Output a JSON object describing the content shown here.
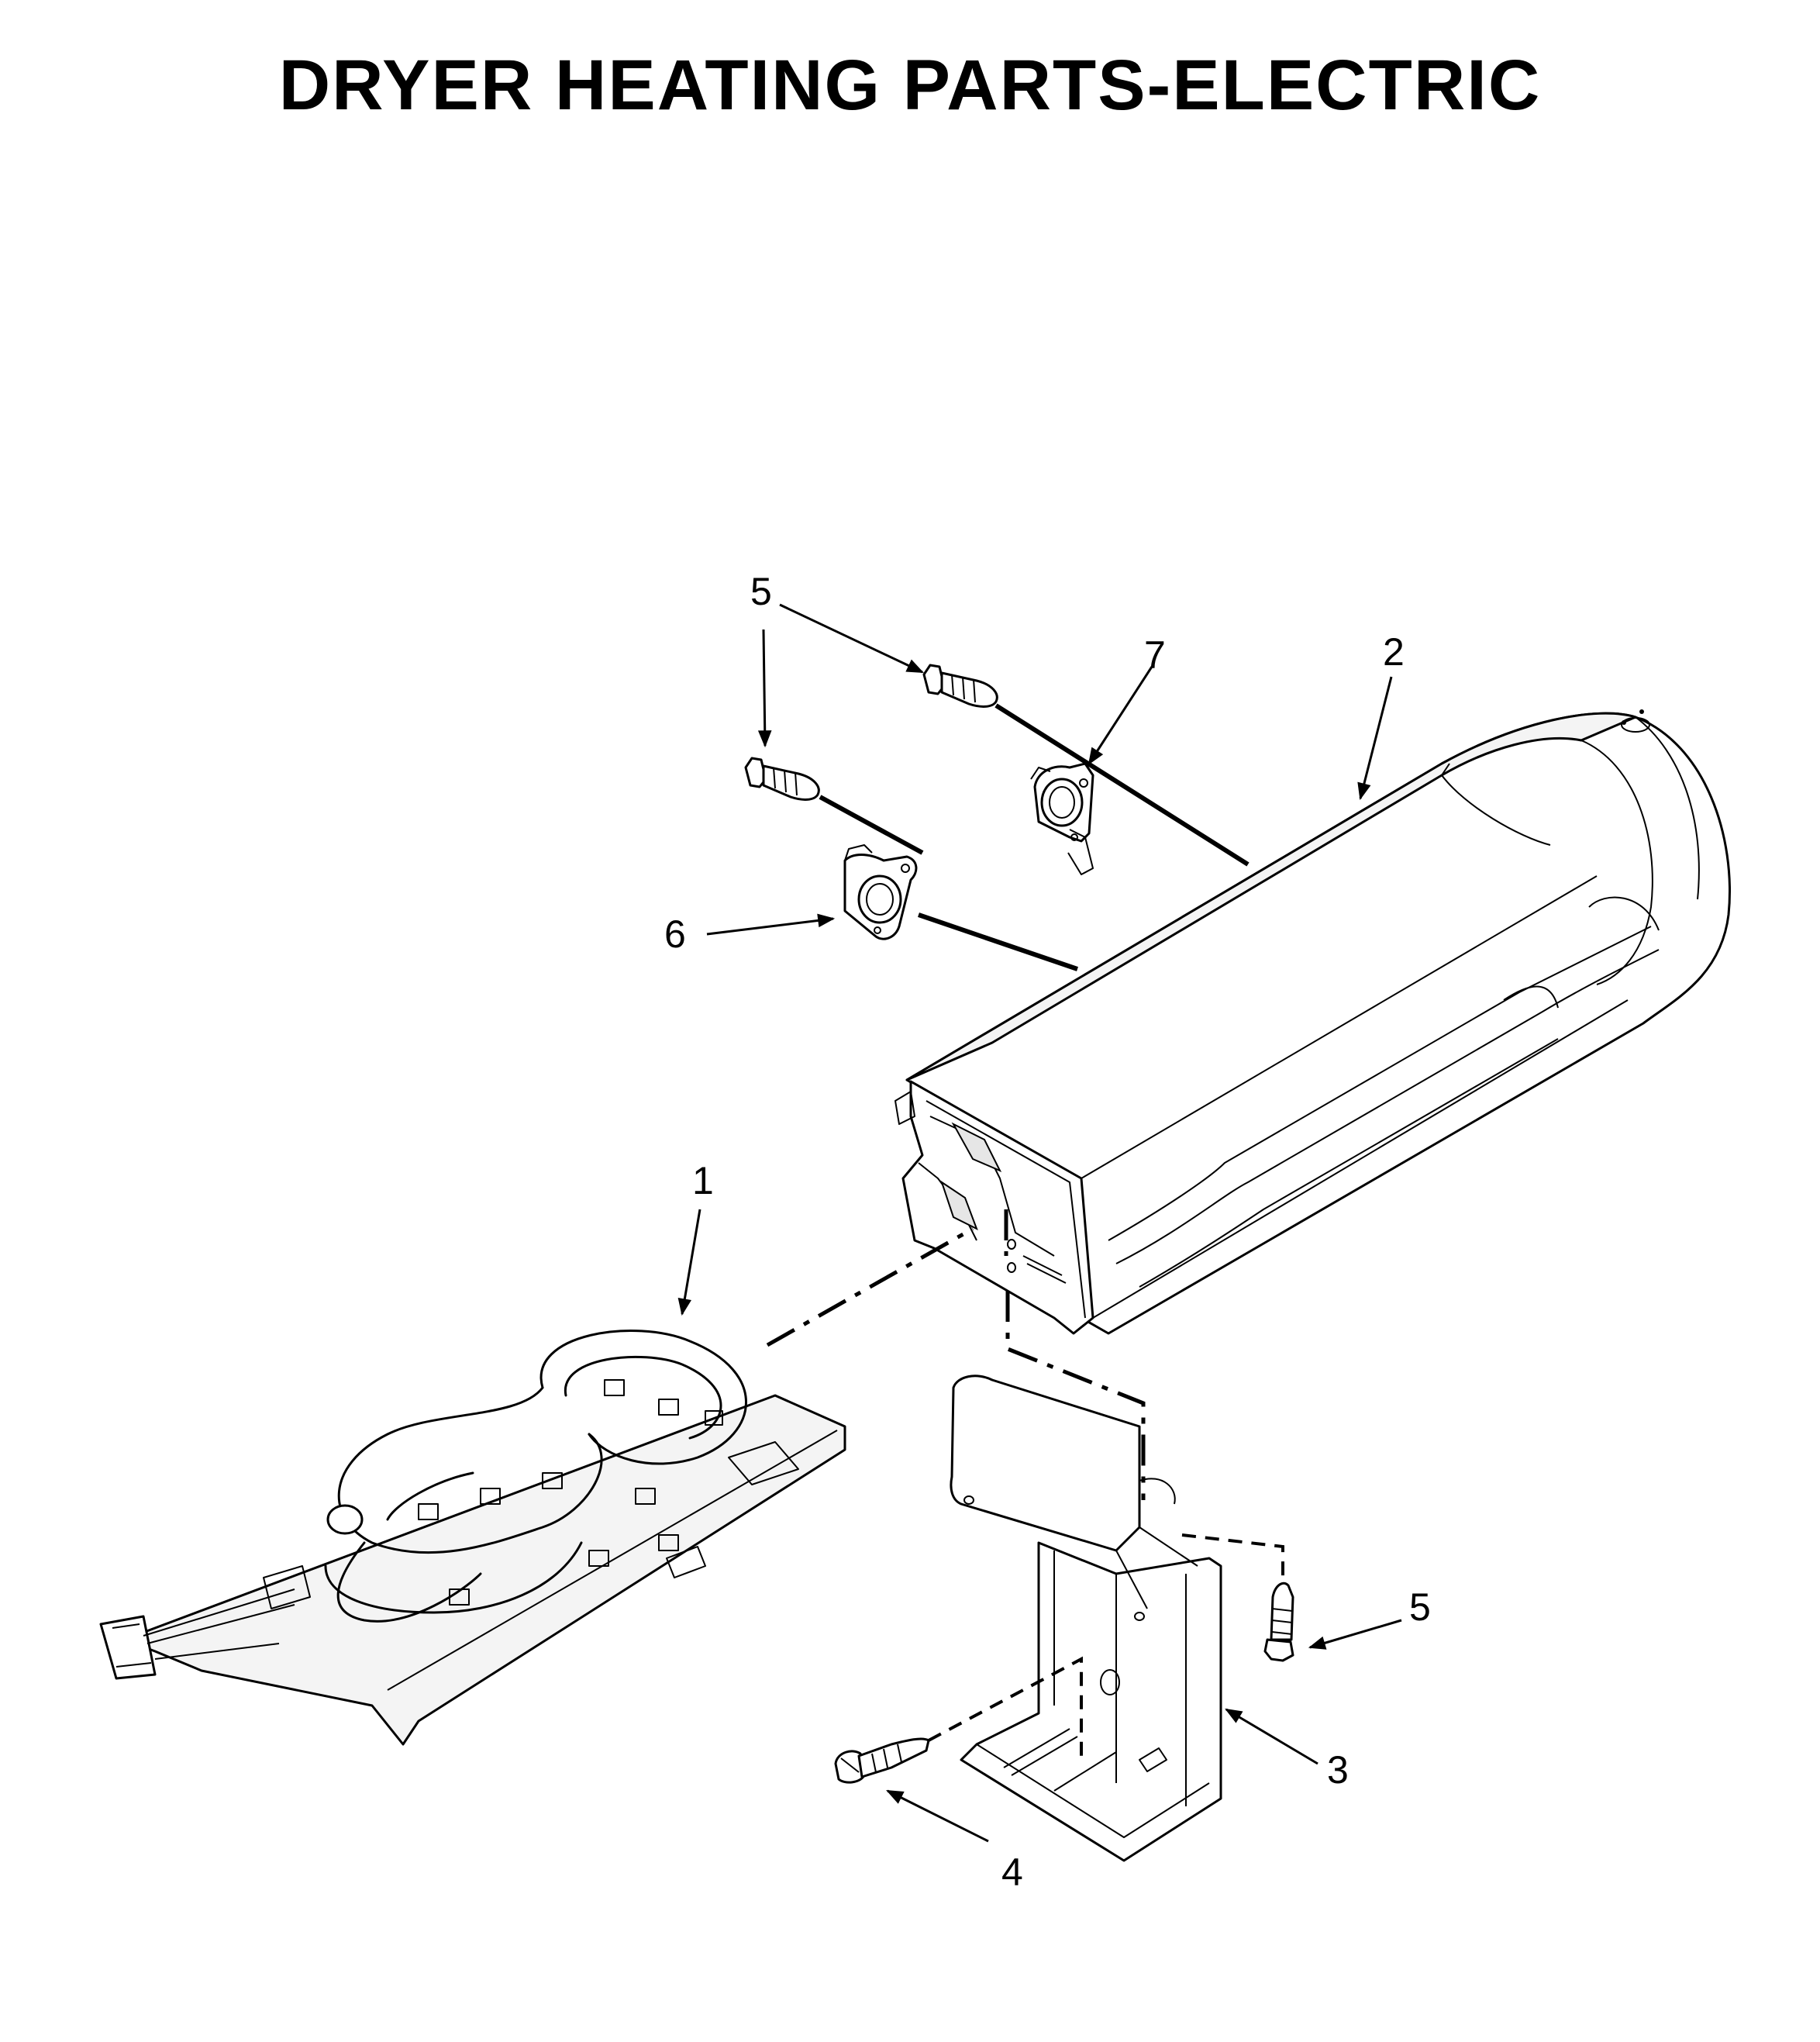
{
  "title": "DRYER HEATING PARTS-ELECTRIC",
  "callouts": [
    {
      "id": "c5a",
      "label": "5"
    },
    {
      "id": "c5b",
      "label": "5"
    },
    {
      "id": "c7",
      "label": "7"
    },
    {
      "id": "c2",
      "label": "2"
    },
    {
      "id": "c6",
      "label": "6"
    },
    {
      "id": "c1",
      "label": "1"
    },
    {
      "id": "c5c",
      "label": "5"
    },
    {
      "id": "c3",
      "label": "3"
    },
    {
      "id": "c4",
      "label": "4"
    }
  ]
}
